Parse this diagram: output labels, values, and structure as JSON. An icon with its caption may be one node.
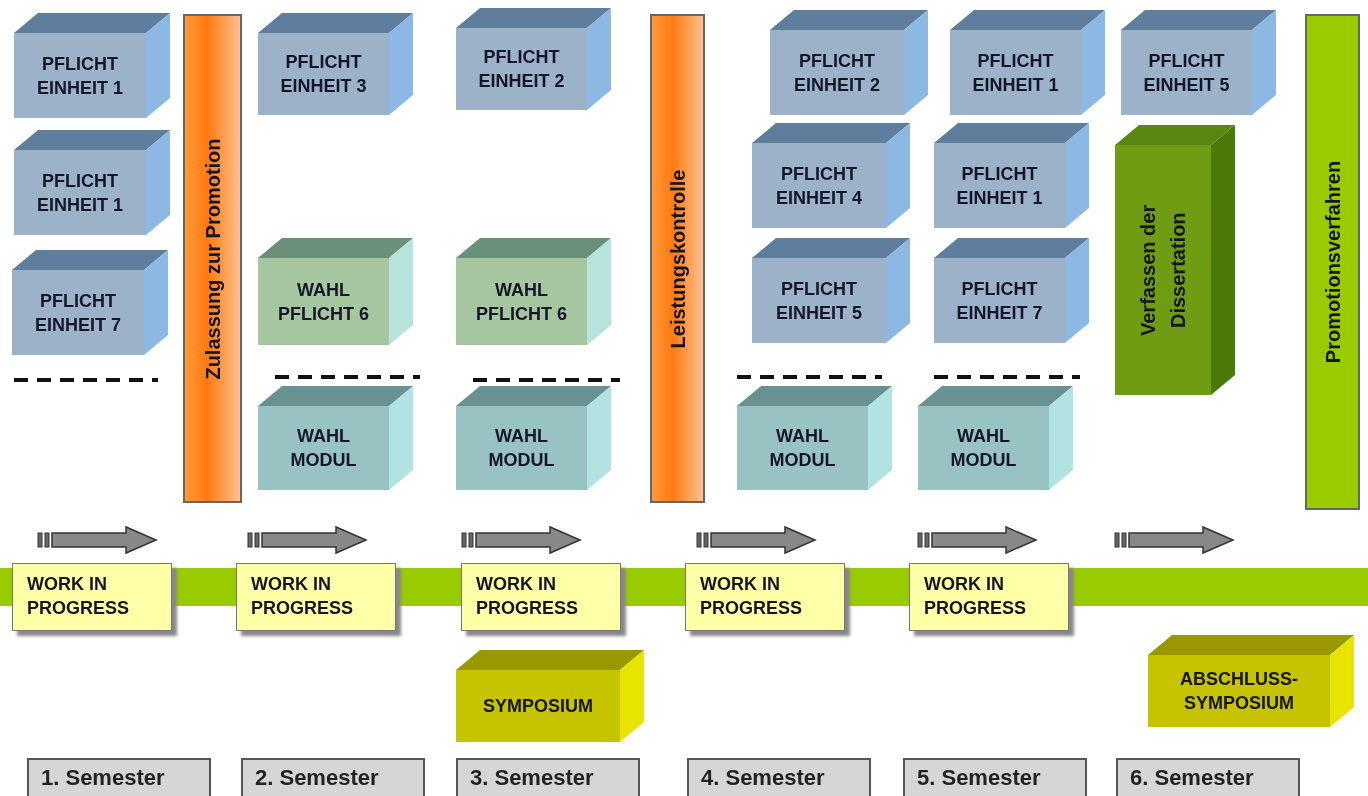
{
  "diagram": {
    "nodes": [
      {
        "text": [
          "PFLICHT EINHEIT 1"
        ]
      },
      {
        "text": [
          "PFLICHT EINHEIT 1"
        ]
      },
      {
        "text": [
          "PFLICHT EINHEIT 7"
        ]
      },
      {
        "text": [
          "WORK IN PROGRESS"
        ]
      },
      {
        "text": [
          "1. Semester"
        ]
      },
      {
        "text": [
          "Zulassung zur Promotion"
        ]
      },
      {
        "text": [
          "PFLICHT EINHEIT 3"
        ]
      },
      {
        "text": [
          "WAHL PFLICHT 6"
        ]
      },
      {
        "text": [
          "WAHL MODUL"
        ]
      },
      {
        "text": [
          "WORK IN PROGRESS"
        ]
      },
      {
        "text": [
          "2. Semester"
        ]
      },
      {
        "text": [
          "PFLICHT EINHEIT 2"
        ]
      },
      {
        "text": [
          "WAHL PFLICHT 6"
        ]
      },
      {
        "text": [
          "WAHL MODUL"
        ]
      },
      {
        "text": [
          "WORK IN PROGRESS"
        ]
      },
      {
        "text": [
          "SYMPOSIUM"
        ]
      },
      {
        "text": [
          "3. Semester"
        ]
      },
      {
        "text": [
          "Leistungskontrolle"
        ]
      },
      {
        "text": [
          "PFLICHT EINHEIT 2"
        ]
      },
      {
        "text": [
          "PFLICHT EINHEIT 4"
        ]
      },
      {
        "text": [
          "PFLICHT EINHEIT 5"
        ]
      },
      {
        "text": [
          "WAHL MODUL"
        ]
      },
      {
        "text": [
          "WORK IN PROGRESS"
        ]
      },
      {
        "text": [
          "4. Semester"
        ]
      },
      {
        "text": [
          "PFLICHT EINHEIT 1"
        ]
      },
      {
        "text": [
          "PFLICHT EINHEIT 1"
        ]
      },
      {
        "text": [
          "PFLICHT EINHEIT 7"
        ]
      },
      {
        "text": [
          "WAHL MODUL"
        ]
      },
      {
        "text": [
          "WORK IN PROGRESS"
        ]
      },
      {
        "text": [
          "5. Semester"
        ]
      },
      {
        "text": [
          "PFLICHT EINHEIT 5"
        ]
      },
      {
        "text": [
          "Verfassen der Dissertation"
        ]
      },
      {
        "text": [
          "ABSCHLUSS-SYMPOSIUM"
        ]
      },
      {
        "text": [
          "6. Semester"
        ]
      },
      {
        "text": [
          "Promotionsverfahren"
        ]
      }
    ]
  }
}
